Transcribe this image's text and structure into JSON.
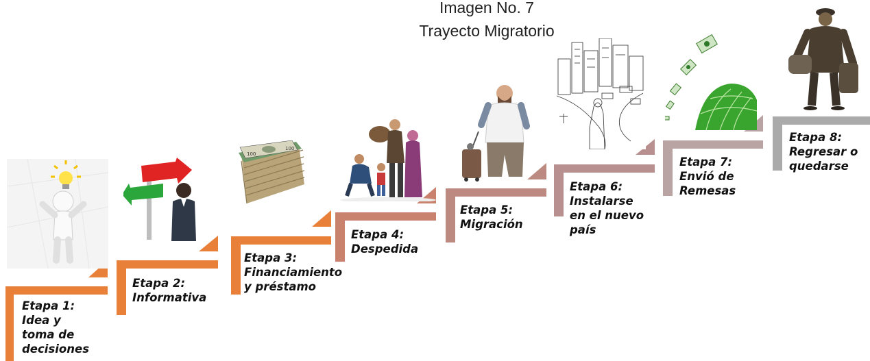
{
  "title": {
    "line1": "Imagen No. 7",
    "line2": "Trayecto Migratorio"
  },
  "colors": {
    "stage_1": "#e8803a",
    "stage_2": "#e8803a",
    "stage_3": "#e8803a",
    "stage_4": "#c9826d",
    "stage_5": "#bd8a82",
    "stage_6": "#b89090",
    "stage_7": "#b9a3a3",
    "stage_8": "#aaaaaa"
  },
  "stages": [
    {
      "lines": [
        "Etapa 1:",
        "Idea y",
        "toma de",
        "decisiones"
      ],
      "icon": "lightbulb-thinker-icon"
    },
    {
      "lines": [
        "Etapa 2:",
        "Informativa"
      ],
      "icon": "direction-sign-icon"
    },
    {
      "lines": [
        "Etapa 3:",
        "Financiamiento",
        "y préstamo"
      ],
      "icon": "money-stack-icon"
    },
    {
      "lines": [
        "Etapa 4:",
        "Despedida"
      ],
      "icon": "family-farewell-icon"
    },
    {
      "lines": [
        "Etapa 5:",
        "Migración"
      ],
      "icon": "traveler-suitcase-icon"
    },
    {
      "lines": [
        "Etapa 6:",
        "Instalarse",
        "en el nuevo",
        "país"
      ],
      "icon": "city-sketch-icon"
    },
    {
      "lines": [
        "Etapa 7:",
        "Envió de",
        "Remesas"
      ],
      "icon": "remittance-globe-icon"
    },
    {
      "lines": [
        "Etapa 8:",
        "Regresar o",
        "quedarse"
      ],
      "icon": "man-with-luggage-icon"
    }
  ]
}
